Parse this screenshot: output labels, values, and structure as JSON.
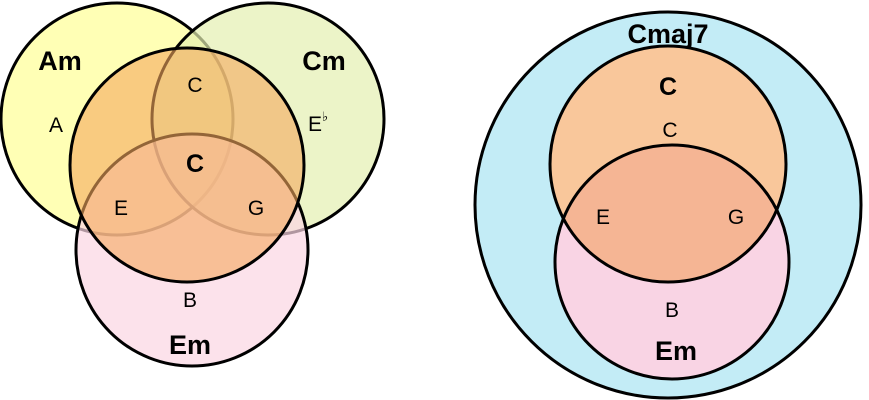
{
  "left_diagram": {
    "chords": {
      "am": "Am",
      "cm": "Cm",
      "em": "Em",
      "c": "C"
    },
    "notes": {
      "a": "A",
      "e_flat_letter": "E",
      "e_flat_symbol": "♭",
      "c_top": "C",
      "e": "E",
      "g": "G",
      "b": "B"
    },
    "colors": {
      "am": "#ffffa8",
      "cm": "#e4efb0",
      "em": "#fbd6e2",
      "c": "#f5a85e"
    }
  },
  "right_diagram": {
    "chords": {
      "cmaj7": "Cmaj7",
      "c": "C",
      "em": "Em"
    },
    "notes": {
      "c": "C",
      "e": "E",
      "g": "G",
      "b": "B"
    },
    "colors": {
      "cmaj7": "#c3ecf6",
      "c": "#f9c79b",
      "em": "#f9d4e4",
      "overlap": "#f5b594"
    }
  }
}
